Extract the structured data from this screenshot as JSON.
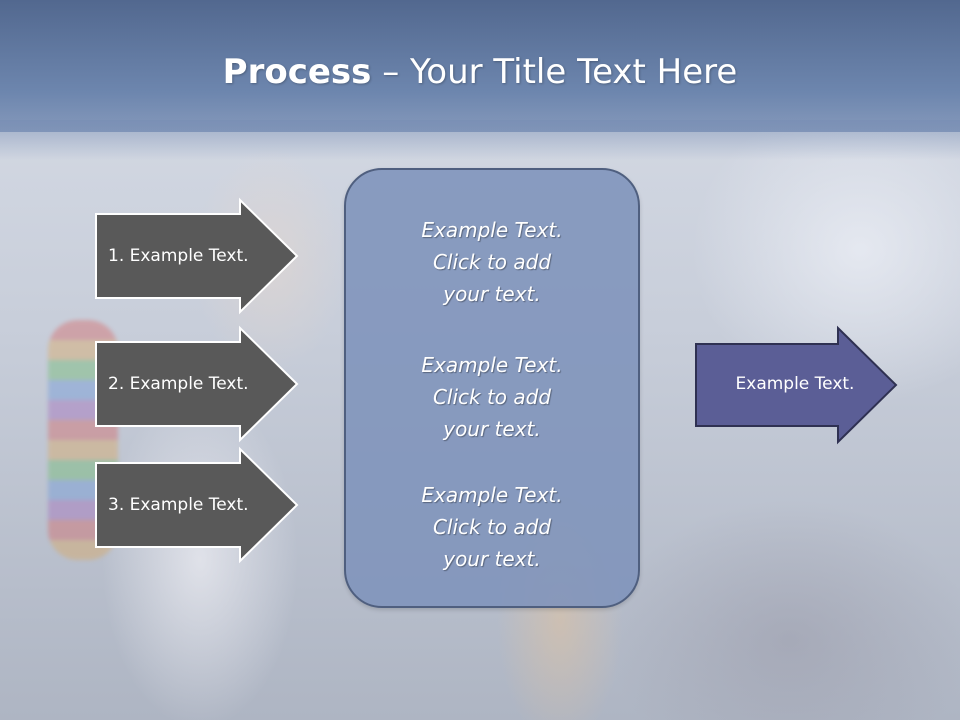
{
  "slide": {
    "title_bold": "Process",
    "title_separator": " – ",
    "title_rest": "Your Title Text Here"
  },
  "steps": [
    {
      "label": "1. Example Text."
    },
    {
      "label": "2. Example Text."
    },
    {
      "label": "3. Example Text."
    }
  ],
  "center_box": {
    "items": [
      {
        "line1": "Example Text.",
        "line2": "Click  to add",
        "line3": "your text."
      },
      {
        "line1": "Example Text.",
        "line2": "Click  to add",
        "line3": "your text."
      },
      {
        "line1": "Example Text.",
        "line2": "Click  to add",
        "line3": "your text."
      }
    ]
  },
  "result": {
    "label": "Example Text."
  },
  "colors": {
    "header": "#6d86ae",
    "step_arrow_fill": "#595959",
    "center_box_fill": "#7e93bb",
    "result_arrow_fill": "#5b5e96"
  }
}
